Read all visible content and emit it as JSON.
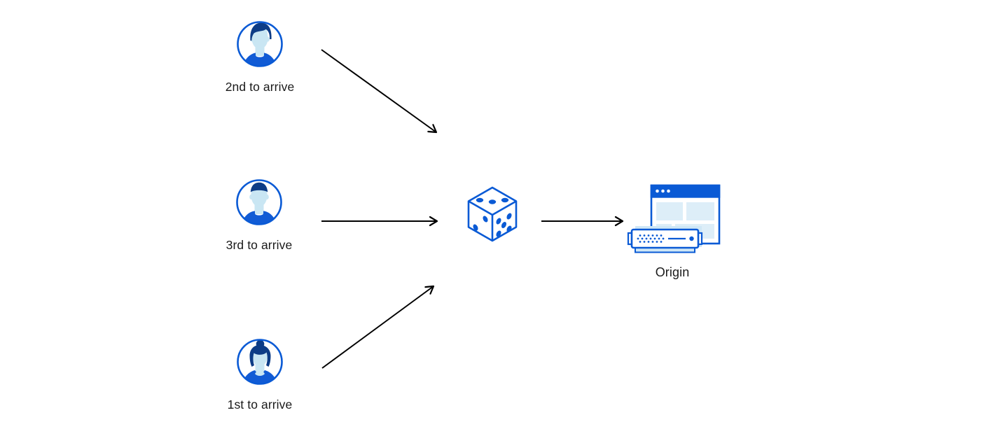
{
  "diagram": {
    "type": "flow-diagram",
    "description": "Three clients send requests through a random selector (dice) to an Origin server",
    "clients": [
      {
        "id": "client-top",
        "label": "2nd to arrive",
        "avatar": "person-male-swept-hair-avatar"
      },
      {
        "id": "client-middle",
        "label": "3rd to arrive",
        "avatar": "person-male-short-hair-avatar"
      },
      {
        "id": "client-bottom",
        "label": "1st to arrive",
        "avatar": "person-female-bun-avatar"
      }
    ],
    "hub": {
      "id": "selector",
      "icon": "dice-icon"
    },
    "origin": {
      "label": "Origin",
      "icon": "origin-server-browser-icon"
    },
    "connections": [
      {
        "from": "2nd to arrive",
        "to": "dice selector"
      },
      {
        "from": "3rd to arrive",
        "to": "dice selector"
      },
      {
        "from": "1st to arrive",
        "to": "dice selector"
      },
      {
        "from": "dice selector",
        "to": "Origin"
      }
    ],
    "colors": {
      "primary_blue": "#0a5ad5",
      "dark_navy_hair": "#0d3c86",
      "light_face_blue": "#c9e6f3",
      "panel_blue": "#ddeef8",
      "server_shadow_blue": "#cfe7f6",
      "arrow_black": "#000000",
      "text": "#1a1a1a",
      "background": "#ffffff"
    }
  }
}
